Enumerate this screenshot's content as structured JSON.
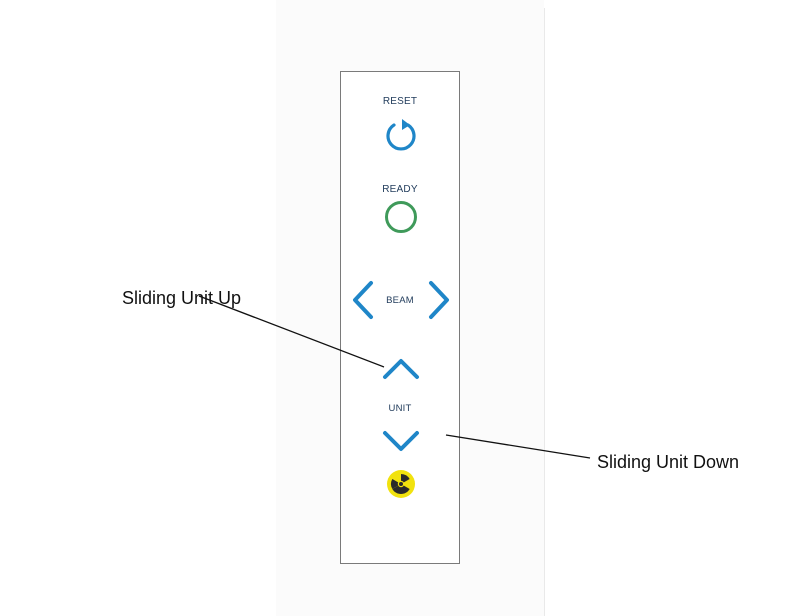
{
  "panel": {
    "reset_label": "RESET",
    "ready_label": "READY",
    "beam_label": "BEAM",
    "unit_label": "UNIT"
  },
  "callouts": {
    "up": "Sliding Unit Up",
    "down": "Sliding Unit Down"
  },
  "colors": {
    "accent_blue": "#1f86c8",
    "ready_green": "#3f9a5a",
    "radiation_yellow": "#f1e20e",
    "label_text": "#1f3a5a"
  },
  "icons": {
    "reset": "reset-arrow-icon",
    "ready": "ready-circle-icon",
    "beam_left": "chevron-left-icon",
    "beam_right": "chevron-right-icon",
    "unit_up": "chevron-up-icon",
    "unit_down": "chevron-down-icon",
    "radiation": "radiation-icon"
  }
}
